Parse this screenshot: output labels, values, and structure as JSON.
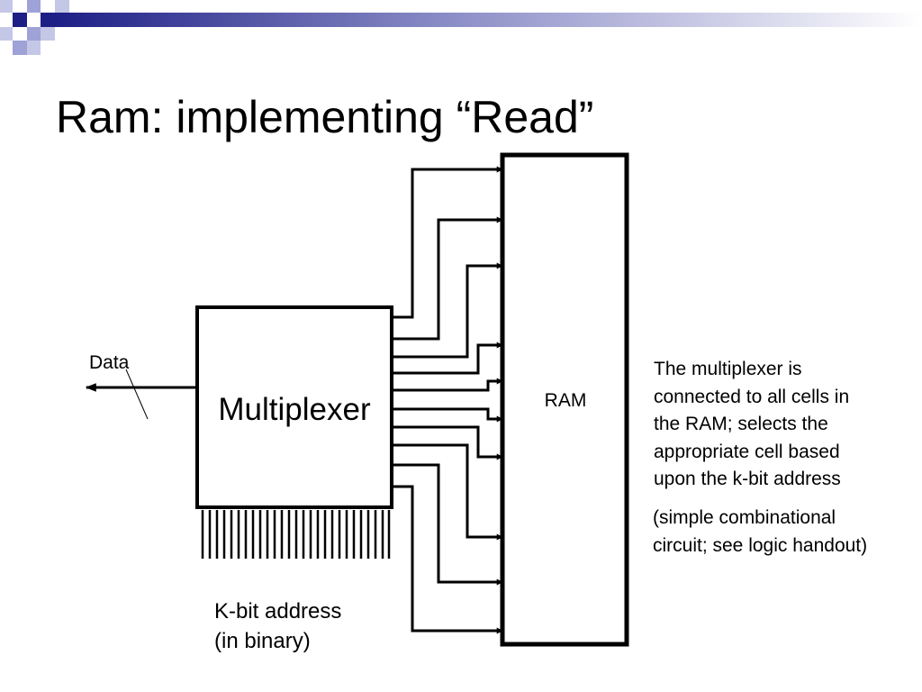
{
  "slide": {
    "title": "Ram: implementing “Read”"
  },
  "diagram": {
    "multiplexer_label": "Multiplexer",
    "ram_label": "RAM",
    "data_label": "Data",
    "address_label_lines": [
      "K-bit address",
      "(in binary)"
    ]
  },
  "notes": {
    "description_lines": [
      "The multiplexer is",
      "connected to all cells in",
      "the RAM; selects the",
      "appropriate cell based",
      "upon the k-bit address"
    ],
    "aside_lines": [
      "(simple combinational",
      "circuit; see logic handout)"
    ]
  },
  "colors": {
    "corner_navy": "#1d1f86",
    "corner_lavender": "#9ea2d6",
    "corner_gradient_end": "#ffffff",
    "line": "#000000"
  }
}
